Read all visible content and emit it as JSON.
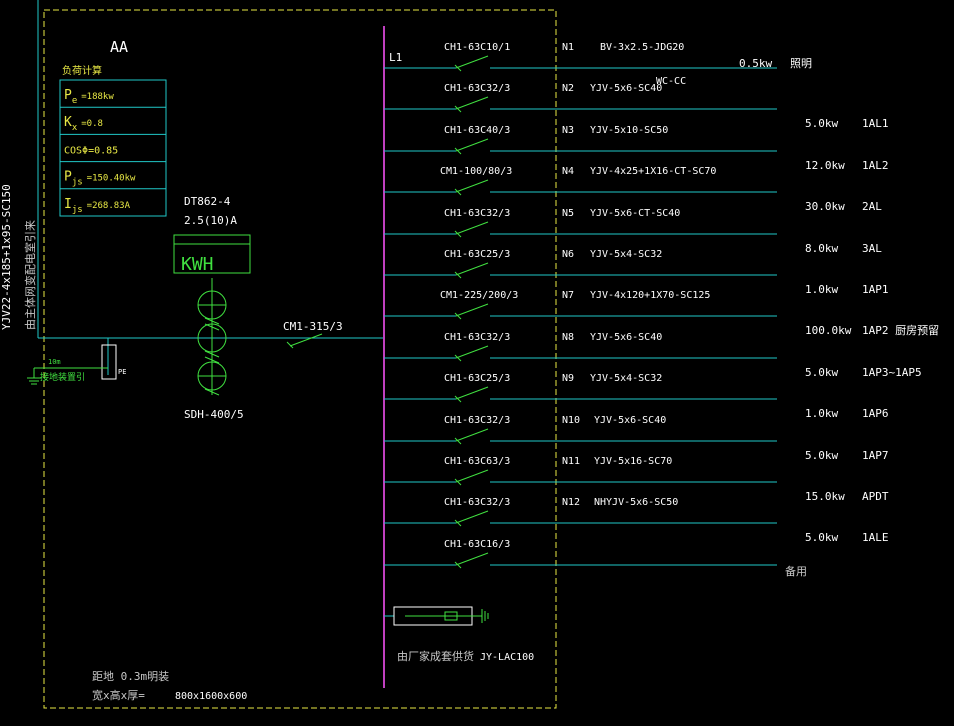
{
  "colors": {
    "background": "#000000",
    "frame": "#e8e845",
    "wire": "#20c8c8",
    "busbar": "#c040c0",
    "breaker": "#40e040",
    "text": "#ffffff",
    "chinese_text": "#c8c8c8",
    "load_table": "#20c8c8",
    "load_table_text": "#e8e845",
    "meter": "#40e040"
  },
  "panel": {
    "name": "AA",
    "bus_label": "L1",
    "incoming_cable": "YJV22-4x185+1x95-SC150",
    "incoming_source": "由主体网变配电室引来",
    "ground_small_label": "10m",
    "ground_label": "接地装置引",
    "pe_label": "PE",
    "main_breaker": "CM1-315/3",
    "ct_label": "SDH-400/5",
    "meter_model": "DT862-4",
    "meter_rating": "2.5(10)A",
    "meter_display": "KWH",
    "surge_protector": "JY-LAC100",
    "surge_note": "由厂家成套供货",
    "install_note": "距地 0.3m明装",
    "size_label": "宽x高x厚=",
    "size_value": "800x1600x600"
  },
  "load_calc": {
    "title": "负荷计算",
    "rows": [
      {
        "sym": "P",
        "sub": "e",
        "val": "=188kw"
      },
      {
        "sym": "K",
        "sub": "x",
        "val": "=0.8"
      },
      {
        "sym": "COSΦ=0.85",
        "sub": "",
        "val": ""
      },
      {
        "sym": "P",
        "sub": "js",
        "val": "=150.40kw"
      },
      {
        "sym": "I",
        "sub": "js",
        "val": "=268.83A"
      }
    ]
  },
  "circuits": [
    {
      "breaker": "CH1-63C10/1",
      "no": "N1",
      "cable": "BV-3x2.5-JDG20",
      "cable2": "WC-CC",
      "power": "0.5kw",
      "name": "照明"
    },
    {
      "breaker": "CH1-63C32/3",
      "no": "N2",
      "cable": "YJV-5x6-SC40",
      "cable2": "",
      "power": "5.0kw",
      "name": "1AL1"
    },
    {
      "breaker": "CH1-63C40/3",
      "no": "N3",
      "cable": "YJV-5x10-SC50",
      "cable2": "",
      "power": "12.0kw",
      "name": "1AL2"
    },
    {
      "breaker": "CM1-100/80/3",
      "no": "N4",
      "cable": "YJV-4x25+1X16-CT-SC70",
      "cable2": "",
      "power": "30.0kw",
      "name": "2AL"
    },
    {
      "breaker": "CH1-63C32/3",
      "no": "N5",
      "cable": "YJV-5x6-CT-SC40",
      "cable2": "",
      "power": "8.0kw",
      "name": "3AL"
    },
    {
      "breaker": "CH1-63C25/3",
      "no": "N6",
      "cable": "YJV-5x4-SC32",
      "cable2": "",
      "power": "1.0kw",
      "name": "1AP1"
    },
    {
      "breaker": "CM1-225/200/3",
      "no": "N7",
      "cable": "YJV-4x120+1X70-SC125",
      "cable2": "",
      "power": "100.0kw",
      "name": "1AP2 厨房预留"
    },
    {
      "breaker": "CH1-63C32/3",
      "no": "N8",
      "cable": "YJV-5x6-SC40",
      "cable2": "",
      "power": "5.0kw",
      "name": "1AP3~1AP5"
    },
    {
      "breaker": "CH1-63C25/3",
      "no": "N9",
      "cable": "YJV-5x4-SC32",
      "cable2": "",
      "power": "1.0kw",
      "name": "1AP6"
    },
    {
      "breaker": "CH1-63C32/3",
      "no": "N10",
      "cable": "YJV-5x6-SC40",
      "cable2": "",
      "power": "5.0kw",
      "name": "1AP7"
    },
    {
      "breaker": "CH1-63C63/3",
      "no": "N11",
      "cable": "YJV-5x16-SC70",
      "cable2": "",
      "power": "15.0kw",
      "name": "APDT"
    },
    {
      "breaker": "CH1-63C32/3",
      "no": "N12",
      "cable": "NHYJV-5x6-SC50",
      "cable2": "",
      "power": "5.0kw",
      "name": "1ALE"
    },
    {
      "breaker": "CH1-63C16/3",
      "no": "",
      "cable": "",
      "cable2": "",
      "power": "",
      "name": "备用"
    }
  ]
}
